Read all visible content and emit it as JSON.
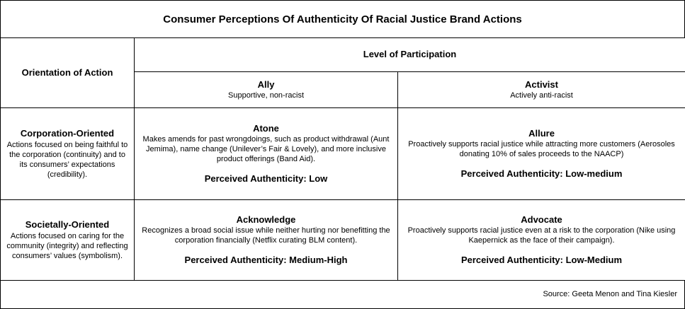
{
  "title": "Consumer Perceptions Of Authenticity Of Racial Justice Brand Actions",
  "header": {
    "orientation_label": "Orientation of Action",
    "level_label": "Level of Participation",
    "ally": {
      "title": "Ally",
      "subtitle": "Supportive, non-racist"
    },
    "activist": {
      "title": "Activist",
      "subtitle": "Actively anti-racist"
    }
  },
  "rows": [
    {
      "title": "Corporation-Oriented",
      "description": "Actions focused on being faithful to the corporation (continuity) and to its consumers’ expectations (credibility).",
      "ally_cell": {
        "title": "Atone",
        "description": "Makes amends for past wrongdoings, such as product withdrawal (Aunt Jemima), name change (Unilever’s Fair & Lovely), and more inclusive product offerings (Band Aid).",
        "authenticity": "Perceived Authenticity: Low"
      },
      "activist_cell": {
        "title": "Allure",
        "description": "Proactively supports racial justice while attracting more customers (Aerosoles donating 10% of sales proceeds to the NAACP)",
        "authenticity": "Perceived Authenticity: Low-medium"
      }
    },
    {
      "title": "Societally-Oriented",
      "description": "Actions focused on caring for the community (integrity) and reflecting consumers’ values (symbolism).",
      "ally_cell": {
        "title": "Acknowledge",
        "description": "Recognizes a broad social issue while neither hurting nor benefitting the corporation financially (Netflix curating BLM content).",
        "authenticity": "Perceived Authenticity: Medium-High"
      },
      "activist_cell": {
        "title": "Advocate",
        "description": "Proactively supports racial justice even at a risk to the corporation (Nike using Kaepernick as the face of their campaign).",
        "authenticity": "Perceived Authenticity: Low-Medium"
      }
    }
  ],
  "source": "Source: Geeta Menon and Tina Kiesler"
}
